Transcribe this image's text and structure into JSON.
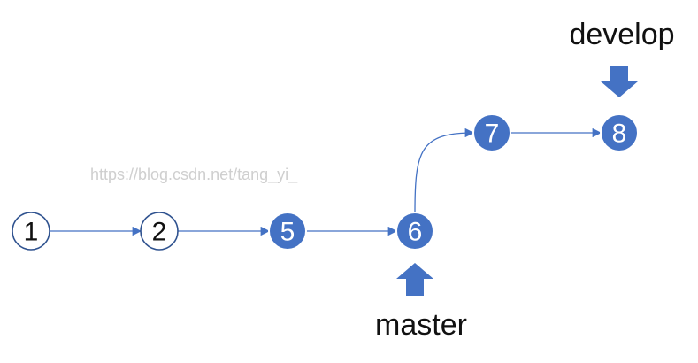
{
  "colors": {
    "accent": "#4472c4",
    "node_fill_active": "#4472c4",
    "node_stroke_active": "#ffffff",
    "node_fill_plain": "#ffffff",
    "node_stroke_plain": "#2f528f",
    "text_dark": "#111111",
    "watermark": "#cfcfcf"
  },
  "watermark": "https://blog.csdn.net/tang_yi_",
  "commits": [
    {
      "id": "c1",
      "label": "1",
      "filled": false
    },
    {
      "id": "c2",
      "label": "2",
      "filled": false
    },
    {
      "id": "c5",
      "label": "5",
      "filled": true
    },
    {
      "id": "c6",
      "label": "6",
      "filled": true
    },
    {
      "id": "c7",
      "label": "7",
      "filled": true
    },
    {
      "id": "c8",
      "label": "8",
      "filled": true
    }
  ],
  "edges": [
    {
      "from": "c1",
      "to": "c2"
    },
    {
      "from": "c2",
      "to": "c5"
    },
    {
      "from": "c5",
      "to": "c6"
    },
    {
      "from": "c6",
      "to": "c7"
    },
    {
      "from": "c7",
      "to": "c8"
    }
  ],
  "branches": [
    {
      "name": "develop",
      "points_to": "c8",
      "arrow_direction": "down"
    },
    {
      "name": "master",
      "points_to": "c6",
      "arrow_direction": "up"
    }
  ]
}
